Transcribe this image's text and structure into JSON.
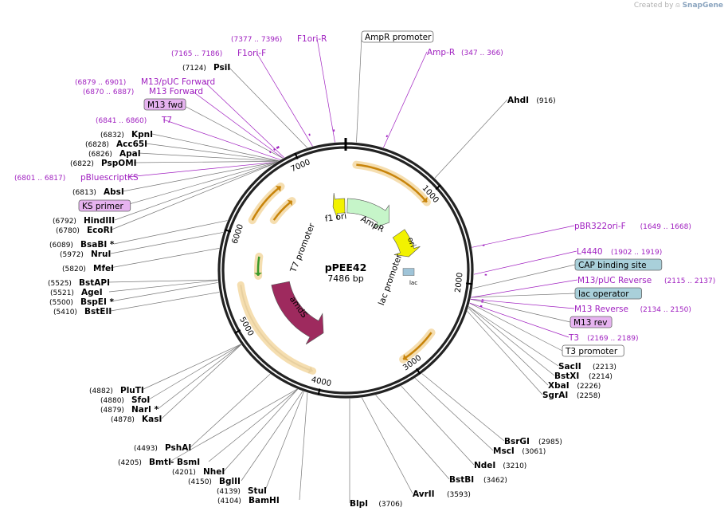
{
  "credit": {
    "created_by": "Created by",
    "brand": "SnapGene"
  },
  "plasmid": {
    "name": "pPEE42",
    "size": "7486 bp",
    "length": 7486
  },
  "colors": {
    "enzyme": "#000000",
    "site_coords": "#000000",
    "primer": "#a020c0",
    "primer_coords": "#a020c0",
    "primer_box": "#e6b3f0",
    "misc_box": "#a9d0da",
    "promoter_box": "#ffffff",
    "backbone": "#222222",
    "orf_amds": "#9e2a5e",
    "amp": "#c6f5c9",
    "ori": "#f2f200",
    "f1": "#f2f200",
    "tick_orange": "#c8840a"
  },
  "ticks": [
    "1000",
    "2000",
    "3000",
    "4000",
    "5000",
    "6000",
    "7000"
  ],
  "features": {
    "f1_ori": "f1 ori",
    "ampr": "AmpR",
    "ori": "ori",
    "lac_promoter": "lac promoter",
    "t7_promoter": "T7 promoter",
    "amds": "amdS",
    "lac_short": "lac"
  },
  "labels": [
    {
      "name": "F1ori-R",
      "coords": "(7377 .. 7396)",
      "kind": "primer"
    },
    {
      "name": "F1ori-F",
      "coords": "(7165 .. 7186)",
      "kind": "primer"
    },
    {
      "name": "PsiI",
      "coords": "(7124)",
      "kind": "enzyme"
    },
    {
      "name": "M13/pUC Forward",
      "coords": "(6879 .. 6901)",
      "kind": "primer"
    },
    {
      "name": "M13 Forward",
      "coords": "(6870 .. 6887)",
      "kind": "primer"
    },
    {
      "name": "M13 fwd",
      "coords": "",
      "kind": "primerbox"
    },
    {
      "name": "T7",
      "coords": "(6841 .. 6860)",
      "kind": "primer"
    },
    {
      "name": "KpnI",
      "coords": "(6832)",
      "kind": "enzyme"
    },
    {
      "name": "Acc65I",
      "coords": "(6828)",
      "kind": "enzyme"
    },
    {
      "name": "ApaI",
      "coords": "(6826)",
      "kind": "enzyme"
    },
    {
      "name": "PspOMI",
      "coords": "(6822)",
      "kind": "enzyme"
    },
    {
      "name": "pBluescriptKS",
      "coords": "(6801 .. 6817)",
      "kind": "primer"
    },
    {
      "name": "AbsI",
      "coords": "(6813)",
      "kind": "enzyme"
    },
    {
      "name": "KS primer",
      "coords": "",
      "kind": "primerbox"
    },
    {
      "name": "HindIII",
      "coords": "(6792)",
      "kind": "enzyme"
    },
    {
      "name": "EcoRI",
      "coords": "(6780)",
      "kind": "enzyme"
    },
    {
      "name": "BsaBI *",
      "coords": "(6089)",
      "kind": "enzyme"
    },
    {
      "name": "NruI",
      "coords": "(5972)",
      "kind": "enzyme"
    },
    {
      "name": "MfeI",
      "coords": "(5820)",
      "kind": "enzyme"
    },
    {
      "name": "BstAPI",
      "coords": "(5525)",
      "kind": "enzyme"
    },
    {
      "name": "AgeI",
      "coords": "(5521)",
      "kind": "enzyme"
    },
    {
      "name": "BspEI *",
      "coords": "(5500)",
      "kind": "enzyme"
    },
    {
      "name": "BstEII",
      "coords": "(5410)",
      "kind": "enzyme"
    },
    {
      "name": "PluTI",
      "coords": "(4882)",
      "kind": "enzyme"
    },
    {
      "name": "SfoI",
      "coords": "(4880)",
      "kind": "enzyme"
    },
    {
      "name": "NarI *",
      "coords": "(4879)",
      "kind": "enzyme"
    },
    {
      "name": "KasI",
      "coords": "(4878)",
      "kind": "enzyme"
    },
    {
      "name": "PshAI",
      "coords": "(4493)",
      "kind": "enzyme"
    },
    {
      "name": "BmtI",
      "coords": "(4205)",
      "kind": "enzyme"
    },
    {
      "name": "- BsmI",
      "coords": "",
      "kind": "enzyme"
    },
    {
      "name": "NheI",
      "coords": "(4201)",
      "kind": "enzyme"
    },
    {
      "name": "BglII",
      "coords": "(4150)",
      "kind": "enzyme"
    },
    {
      "name": "StuI",
      "coords": "(4139)",
      "kind": "enzyme"
    },
    {
      "name": "BamHI",
      "coords": "(4104)",
      "kind": "enzyme"
    },
    {
      "name": "BlpI",
      "coords": "(3706)",
      "kind": "enzyme"
    },
    {
      "name": "AvrII",
      "coords": "(3593)",
      "kind": "enzyme"
    },
    {
      "name": "BstBI",
      "coords": "(3462)",
      "kind": "enzyme"
    },
    {
      "name": "NdeI",
      "coords": "(3210)",
      "kind": "enzyme"
    },
    {
      "name": "MscI",
      "coords": "(3061)",
      "kind": "enzyme"
    },
    {
      "name": "BsrGI",
      "coords": "(2985)",
      "kind": "enzyme"
    },
    {
      "name": "SgrAI",
      "coords": "(2258)",
      "kind": "enzyme"
    },
    {
      "name": "XbaI",
      "coords": "(2226)",
      "kind": "enzyme"
    },
    {
      "name": "BstXI",
      "coords": "(2214)",
      "kind": "enzyme"
    },
    {
      "name": "SacII",
      "coords": "(2213)",
      "kind": "enzyme"
    },
    {
      "name": "T3 promoter",
      "coords": "",
      "kind": "promoterbox"
    },
    {
      "name": "T3",
      "coords": "(2169 .. 2189)",
      "kind": "primer"
    },
    {
      "name": "M13 rev",
      "coords": "",
      "kind": "primerbox"
    },
    {
      "name": "M13 Reverse",
      "coords": "(2134 .. 2150)",
      "kind": "primer"
    },
    {
      "name": "lac operator",
      "coords": "",
      "kind": "miscbox"
    },
    {
      "name": "M13/pUC Reverse",
      "coords": "(2115 .. 2137)",
      "kind": "primer"
    },
    {
      "name": "CAP binding site",
      "coords": "",
      "kind": "miscbox"
    },
    {
      "name": "L4440",
      "coords": "(1902 .. 1919)",
      "kind": "primer"
    },
    {
      "name": "pBR322ori-F",
      "coords": "(1649 .. 1668)",
      "kind": "primer"
    },
    {
      "name": "AhdI",
      "coords": "(916)",
      "kind": "enzyme"
    },
    {
      "name": "Amp-R",
      "coords": "(347 .. 366)",
      "kind": "primer"
    },
    {
      "name": "AmpR promoter",
      "coords": "",
      "kind": "promoterbox"
    }
  ]
}
